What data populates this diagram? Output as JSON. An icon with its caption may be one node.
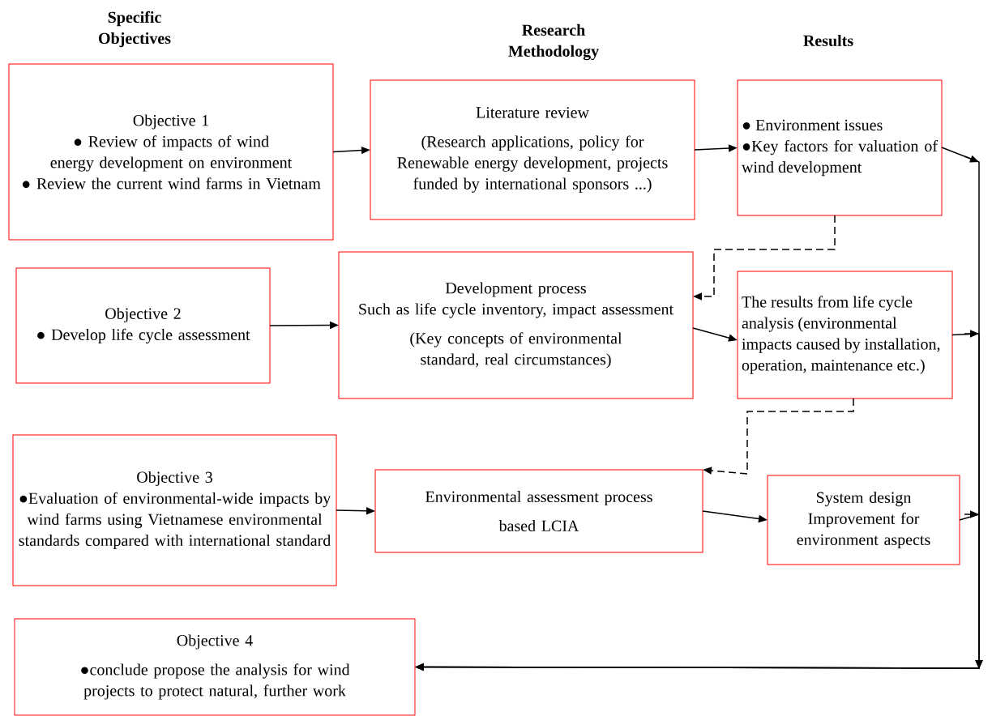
{
  "diagram": {
    "nodes": [
      {
        "text": [
          "Objective 1",
          "● Review of impacts of wind energy development on environment",
          "● Review the current wind farms in Vietnam"
        ]
      },
      {
        "text": [
          "Literature review",
          "(Research applications, policy for Renewable energy development, projects funded by international sponsors ...)"
        ]
      },
      {
        "text": [
          "● Environment issues",
          "●Key factors for valuation of wind development"
        ]
      },
      {
        "text": [
          "Objective 2",
          "● Develop life cycle assessment"
        ]
      },
      {
        "text": [
          "Development process",
          "Such as life cycle inventory, impact assessment",
          "(Key concepts of environmental standard, real circumstances)"
        ]
      },
      {
        "text": [
          "The results from life cycle analysis (environmental impacts caused by installation, operation, maintenance etc.)"
        ]
      },
      {
        "text": [
          "Objective 3",
          "●Evaluation of environmental-wide impacts by wind farms using Vietnamese environmental standards compared with international standard"
        ]
      },
      {
        "text": [
          "Environmental assessment process",
          "based LCIA"
        ]
      },
      {
        "text": [
          "System design",
          "Improvement for environment aspects"
        ]
      },
      {
        "text": [
          "Objective 4",
          "●conclude propose the analysis for wind projects to protect natural, further work"
        ]
      }
    ],
    "edges": [
      {
        "from": 0,
        "to": 1,
        "arrow": "to"
      },
      {
        "from": 1,
        "to": 2,
        "arrow": "to"
      },
      {
        "from": 2,
        "to": 4,
        "arrow": "to",
        "style": "dashed"
      },
      {
        "from": 3,
        "to": 4,
        "arrow": "to"
      },
      {
        "from": 4,
        "to": 5,
        "arrow": "to"
      },
      {
        "from": 5,
        "to": 7,
        "arrow": "to",
        "style": "dashed"
      },
      {
        "from": 6,
        "to": 7,
        "arrow": "to"
      },
      {
        "from": 7,
        "to": 8,
        "arrow": "to"
      },
      {
        "from": 2,
        "to": 9,
        "arrow": "to"
      },
      {
        "from": 5,
        "to": 9,
        "arrow": "to"
      },
      {
        "from": 8,
        "to": 9,
        "arrow": "to"
      }
    ],
    "labels": [
      "Specific Objectives",
      "Research Methodology",
      "Results"
    ]
  }
}
